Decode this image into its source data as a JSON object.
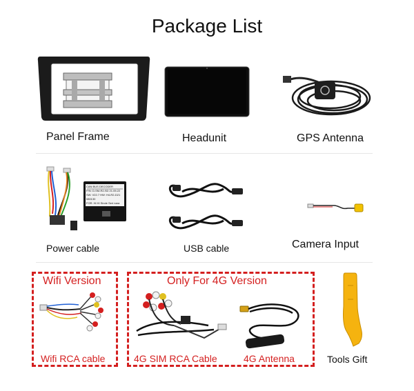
{
  "title": "Package List",
  "row1": {
    "panel_frame": "Panel Frame",
    "headunit": "Headunit",
    "gps_antenna": "GPS Antenna"
  },
  "row2": {
    "power_cable": "Power cable",
    "usb_cable": "USB cable",
    "camera_input": "Camera Input",
    "decoder_label_lines": [
      "CAN BUS DECODER",
      "P/N: D-SM-R2-SD  21.05.22",
      "SW: V22.7 HW: H4-R2-D21 080130",
      "FOR: Hi  HI Sinde Seri nara"
    ]
  },
  "row3": {
    "wifi_version": "Wifi Version",
    "wifi_rca_cable": "Wifi RCA cable",
    "only_4g": "Only For 4G Version",
    "sim_rca_cable": "4G SIM RCA Cable",
    "antenna_4g": "4G Antenna",
    "tools_gift": "Tools Gift"
  },
  "colors": {
    "accent_red": "#d41f1f",
    "divider": "#e6e6e6",
    "tool_yellow": "#f5b30f"
  }
}
